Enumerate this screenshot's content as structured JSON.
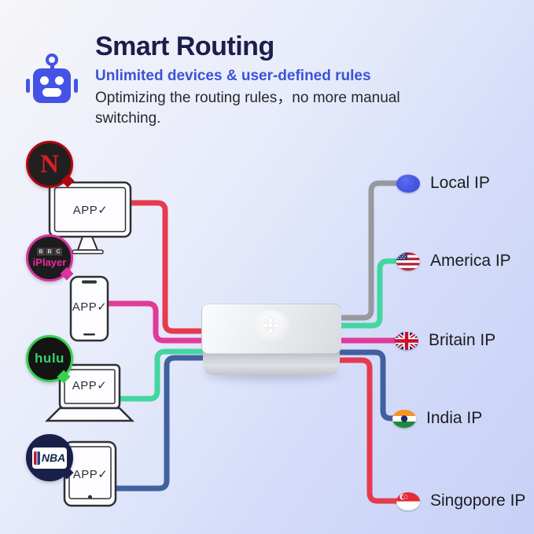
{
  "header": {
    "title": "Smart Routing",
    "subtitle": "Unlimited devices & user-defined rules",
    "description": "Optimizing the routing rules，no more manual switching."
  },
  "badges": {
    "netflix": {
      "text": "N"
    },
    "bbc": {
      "letters": [
        "B",
        "B",
        "C"
      ],
      "player": "iPlayer"
    },
    "hulu": {
      "text": "hulu"
    },
    "nba": {
      "text": "NBA"
    }
  },
  "devices": {
    "monitor": {
      "app_label": "APP✓"
    },
    "phone": {
      "app_label": "APP✓"
    },
    "laptop": {
      "app_label": "APP✓"
    },
    "tablet": {
      "app_label": "APP✓"
    }
  },
  "endpoints": [
    {
      "label": "Local IP",
      "icon": "local-ip-dot"
    },
    {
      "label": "America IP",
      "icon": "usa-flag-icon"
    },
    {
      "label": "Britain IP",
      "icon": "uk-flag-icon"
    },
    {
      "label": "India IP",
      "icon": "india-flag-icon"
    },
    {
      "label": "Singopore IP",
      "icon": "singapore-flag-icon"
    }
  ],
  "colors": {
    "line_red": "#e63a4e",
    "line_pink": "#e23a98",
    "line_green": "#43d6a0",
    "line_blue": "#41609f",
    "line_gray": "#97999e",
    "title_navy": "#1d1d4d",
    "accent_blue": "#3b53d8",
    "local_dot_blue": "#4756e3"
  }
}
